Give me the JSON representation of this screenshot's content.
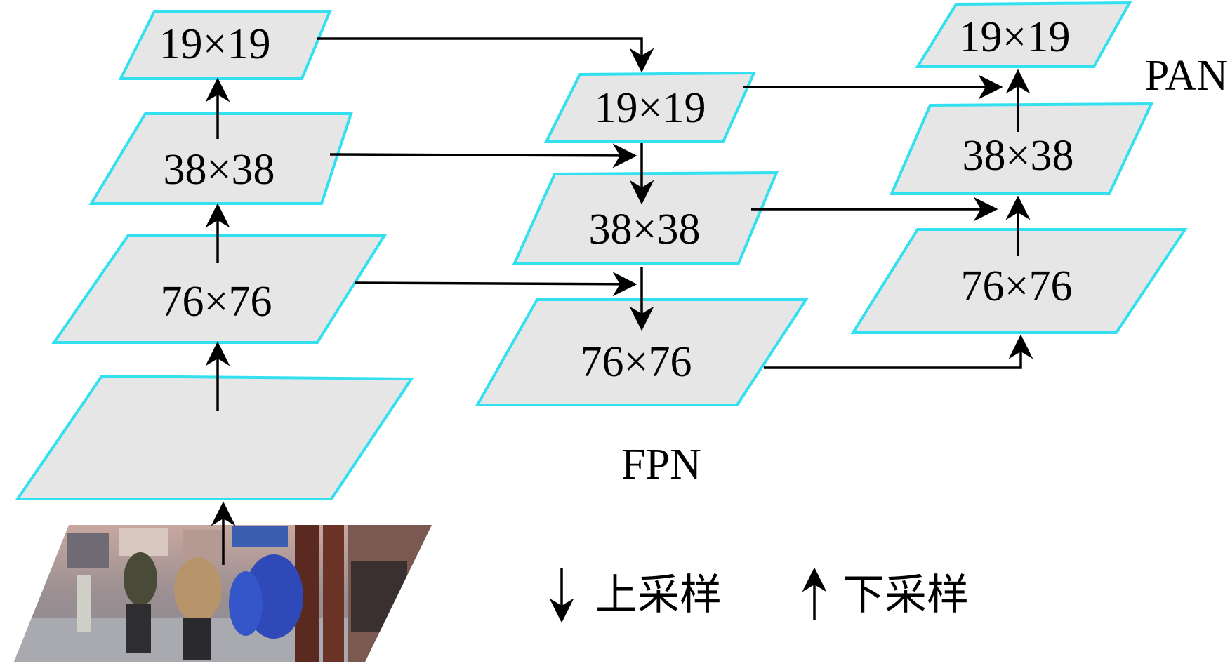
{
  "backbone": {
    "levels": [
      {
        "label": "19×19"
      },
      {
        "label": "38×38"
      },
      {
        "label": "76×76"
      },
      {
        "label": ""
      }
    ]
  },
  "fpn": {
    "title": "FPN",
    "levels": [
      {
        "label": "19×19"
      },
      {
        "label": "38×38"
      },
      {
        "label": "76×76"
      }
    ]
  },
  "pan": {
    "title": "PAN",
    "levels": [
      {
        "label": "19×19"
      },
      {
        "label": "38×38"
      },
      {
        "label": "76×76"
      }
    ]
  },
  "legend": {
    "down_arrow_label": "上采样",
    "up_arrow_label": "下采样"
  }
}
